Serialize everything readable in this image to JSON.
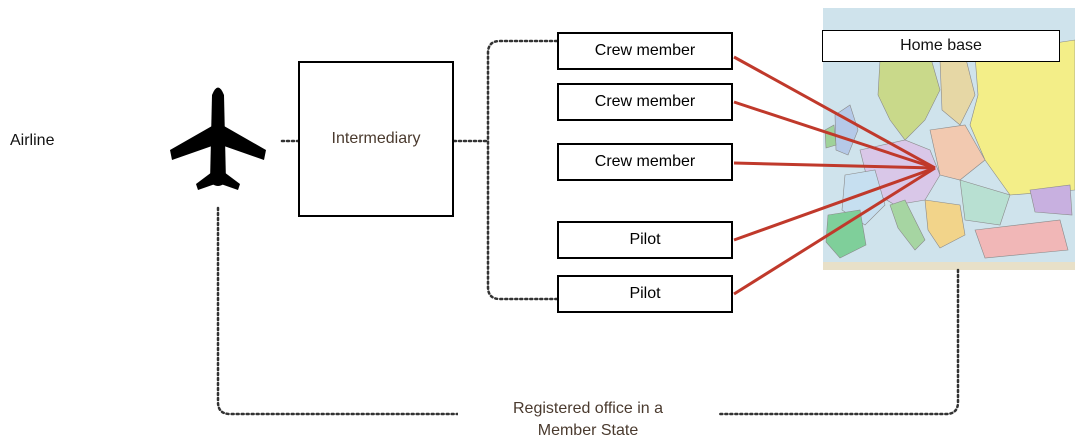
{
  "airline_label": "Airline",
  "intermediary_label": "Intermediary",
  "crew_boxes": [
    {
      "label": "Crew member"
    },
    {
      "label": "Crew member"
    },
    {
      "label": "Crew member"
    },
    {
      "label": "Pilot"
    },
    {
      "label": "Pilot"
    }
  ],
  "home_base_label": "Home base",
  "registered_office_line1": "Registered office in a",
  "registered_office_line2": "Member State",
  "colors": {
    "connector_red": "#c0392b",
    "dotted_line": "#333333",
    "border": "#000000",
    "map_sea": "#cfe3ec",
    "map_land": "#e8e0c8"
  },
  "icons": {
    "airplane": "airplane-icon",
    "map": "europe-map-image"
  }
}
